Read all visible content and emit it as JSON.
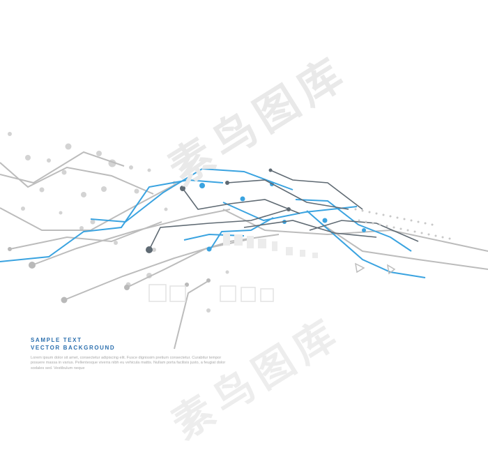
{
  "caption": {
    "line1": "SAMPLE TEXT",
    "line2": "VECTOR BACKGROUND",
    "body": "Lorem ipsum dolor sit amet, consectetur adipiscing elit. Fusce dignissim pretium consectetur. Curabitur tempor posuere massa in varius. Pellentesque viverra nibh eu vehicula mattis. Nullam porta facilisis justo, a feugiat dolor sodales sed. Vestibulum neque"
  },
  "watermark": "素鸟图库",
  "colors": {
    "background": "#ffffff",
    "accent_blue": "#3aa3e0",
    "line_gray": "#b9b9b9",
    "dark_gray": "#5f6a73",
    "title_blue": "#2b6fae"
  }
}
